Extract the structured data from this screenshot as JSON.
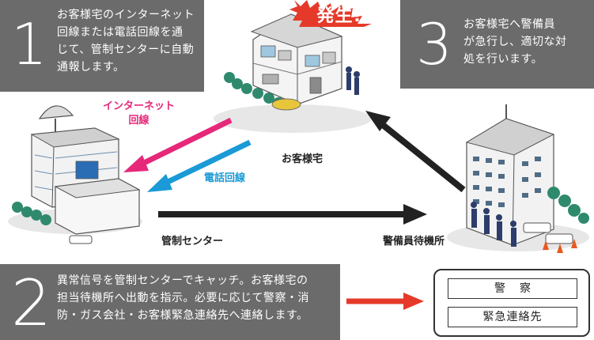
{
  "alert_label": "発生!",
  "steps": [
    {
      "number": "1",
      "text": "お客様宅のインターネット\n回線または電話回線を通\nじて、管制センターに自動\n通報します。"
    },
    {
      "number": "2",
      "text": "異常信号を管制センターでキャッチ。お客様宅の\n担当待機所へ出動を指示。必要に応じて警察・消\n防・ガス会社・お客様緊急連絡先へ連絡します。"
    },
    {
      "number": "3",
      "text": "お客様宅へ警備員\nが急行し、適切な対\n処を行います。"
    }
  ],
  "locations": {
    "home": "お客様宅",
    "control_center": "管制センター",
    "guard_station": "警備員待機所"
  },
  "lines": {
    "internet": "インターネット\n回線",
    "phone": "電話回線"
  },
  "contacts": {
    "police": "警察",
    "emergency": "緊急連絡先"
  },
  "colors": {
    "step_box": "#6b6b6b",
    "internet_arrow": "#e6287a",
    "phone_arrow": "#1a9ad6",
    "dispatch_arrow": "#222222",
    "contact_arrow": "#e53a2a",
    "alert_burst": "#e53a2a"
  }
}
